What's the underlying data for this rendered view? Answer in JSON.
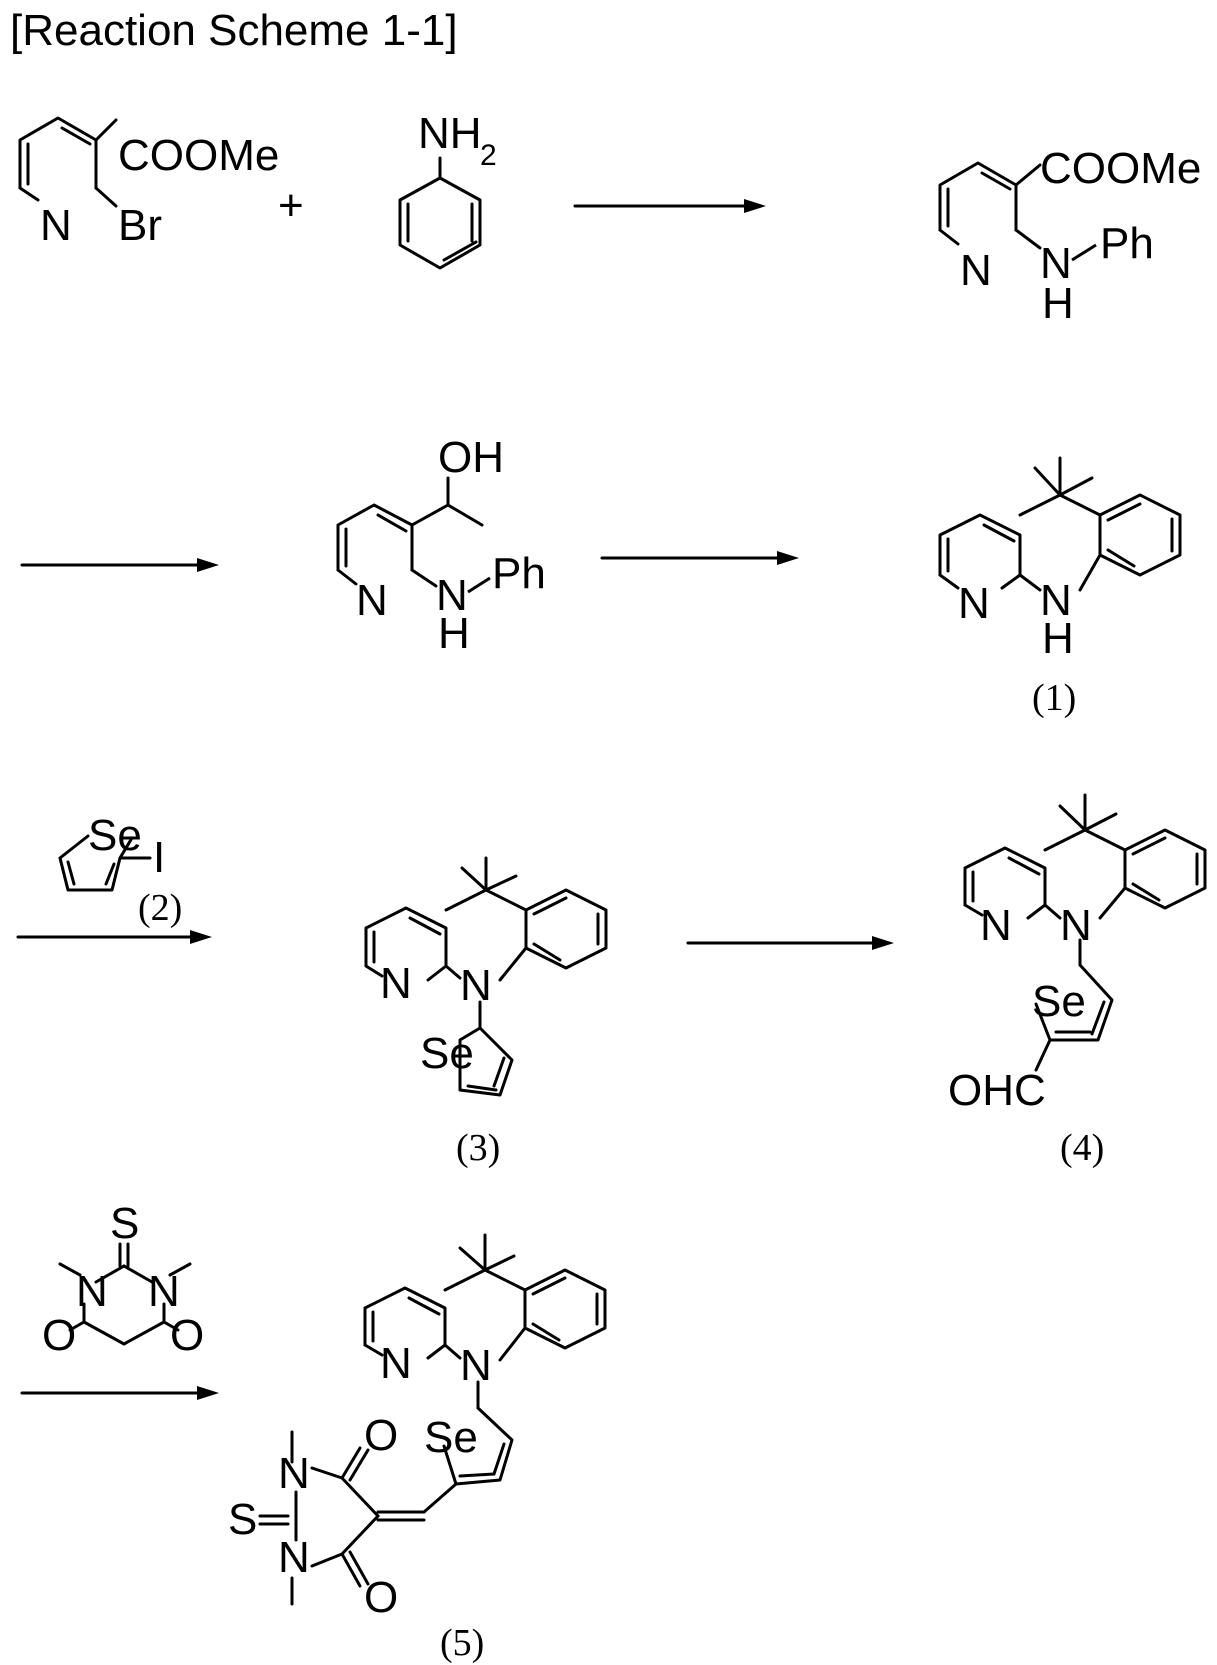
{
  "title": "[Reaction Scheme 1-1]",
  "plus": "+",
  "compound_labels": {
    "c1": "(1)",
    "c2": "(2)",
    "c3": "(3)",
    "c4": "(4)",
    "c5": "(5)"
  },
  "atoms": {
    "coome": "COOMe",
    "br": "Br",
    "n": "N",
    "nh": "NH",
    "nh2_sub": "2",
    "h": "H",
    "ph": "Ph",
    "oh": "OH",
    "se": "Se",
    "i": "I",
    "ohc": "OHC",
    "s": "S",
    "o": "O"
  }
}
